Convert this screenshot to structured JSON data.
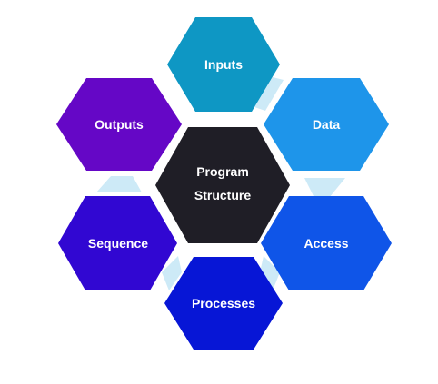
{
  "center": {
    "label_line1": "Program",
    "label_line2": "Structure",
    "color": "#1f1e26"
  },
  "nodes": [
    {
      "id": "inputs",
      "label": "Inputs",
      "color": "#0e97c4"
    },
    {
      "id": "data",
      "label": "Data",
      "color": "#1e95ea"
    },
    {
      "id": "access",
      "label": "Access",
      "color": "#0f55e8"
    },
    {
      "id": "processes",
      "label": "Processes",
      "color": "#0716d6"
    },
    {
      "id": "sequence",
      "label": "Sequence",
      "color": "#3107d2"
    },
    {
      "id": "outputs",
      "label": "Outputs",
      "color": "#6507c6"
    }
  ],
  "connector_color": "#cdeaf7"
}
